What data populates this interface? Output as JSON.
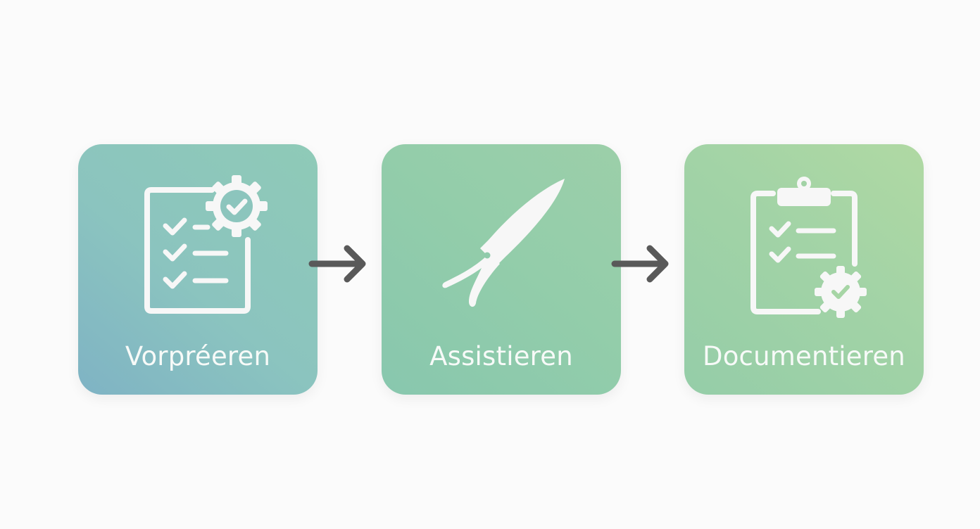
{
  "steps": [
    {
      "label": "Vorpréeren",
      "icon": "checklist-gear-icon"
    },
    {
      "label": "Assistieren",
      "icon": "scalpel-icon"
    },
    {
      "label": "Documentieren",
      "icon": "clipboard-gear-icon"
    }
  ],
  "connectors": [
    "arrow-right-icon",
    "arrow-right-icon"
  ],
  "colors": {
    "background": "#fbfbfb",
    "card_1": "#89c0c0",
    "card_2": "#92cdab",
    "card_3": "#a6d5a5",
    "icon": "#f7f7f7",
    "arrow": "#595959"
  }
}
